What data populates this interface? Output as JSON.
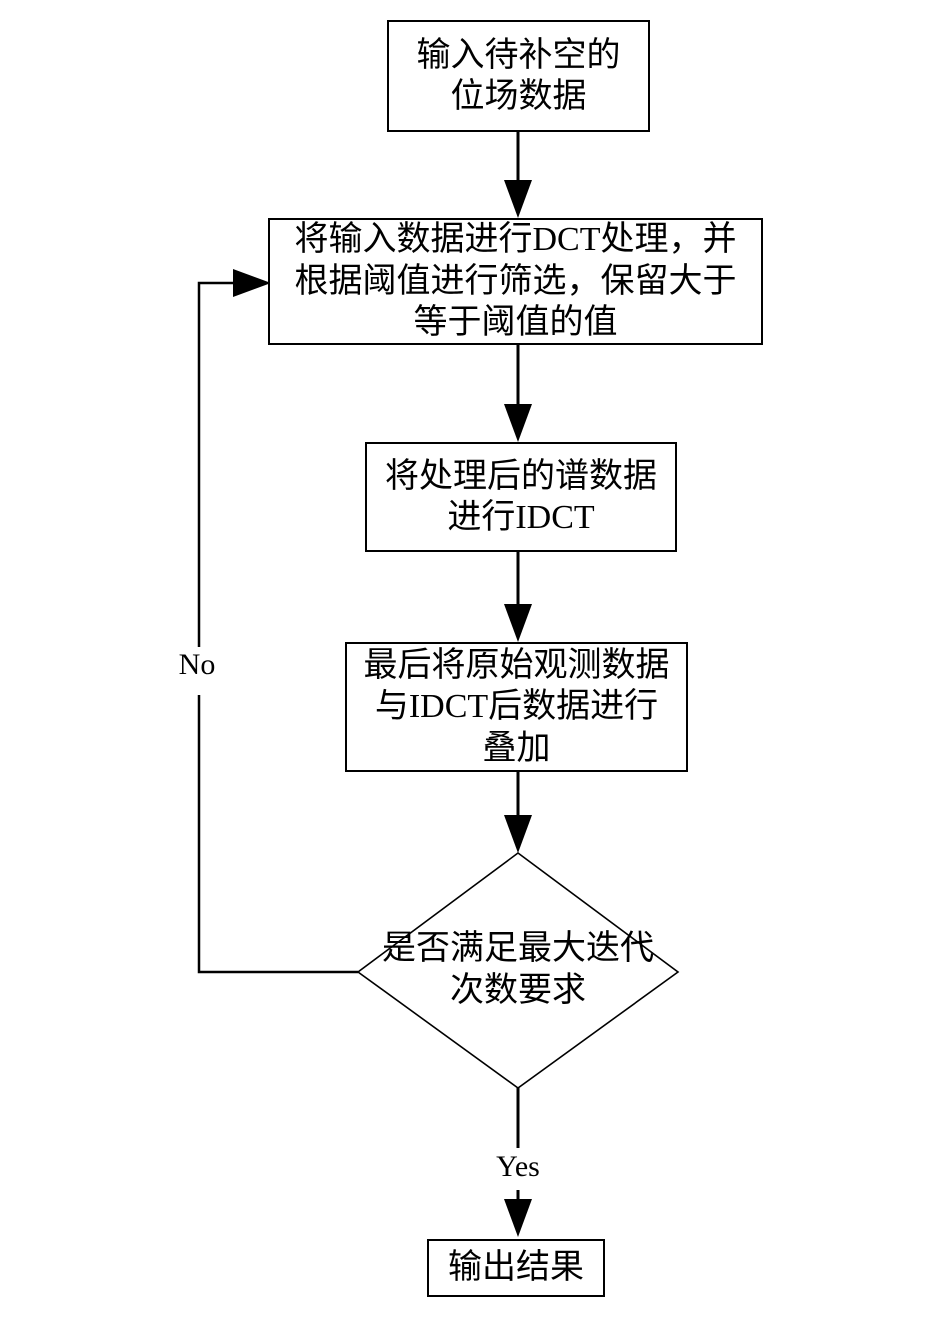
{
  "nodes": {
    "input": {
      "lines": [
        "输入待补空的",
        "位场数据"
      ]
    },
    "dct": {
      "lines": [
        "将输入数据进行DCT处理，并",
        "根据阈值进行筛选，保留大于",
        "等于阈值的值"
      ]
    },
    "idct": {
      "lines": [
        "将处理后的谱数据",
        "进行IDCT"
      ]
    },
    "superpose": {
      "lines": [
        "最后将原始观测数据",
        "与IDCT后数据进行",
        "叠加"
      ]
    },
    "decision": {
      "lines": [
        "是否满足最大迭代",
        "次数要求"
      ]
    },
    "output": {
      "lines": [
        "输出结果"
      ]
    }
  },
  "labels": {
    "no": "No",
    "yes": "Yes"
  },
  "colors": {
    "line": "#000000",
    "text": "#000000",
    "background": "#ffffff"
  }
}
